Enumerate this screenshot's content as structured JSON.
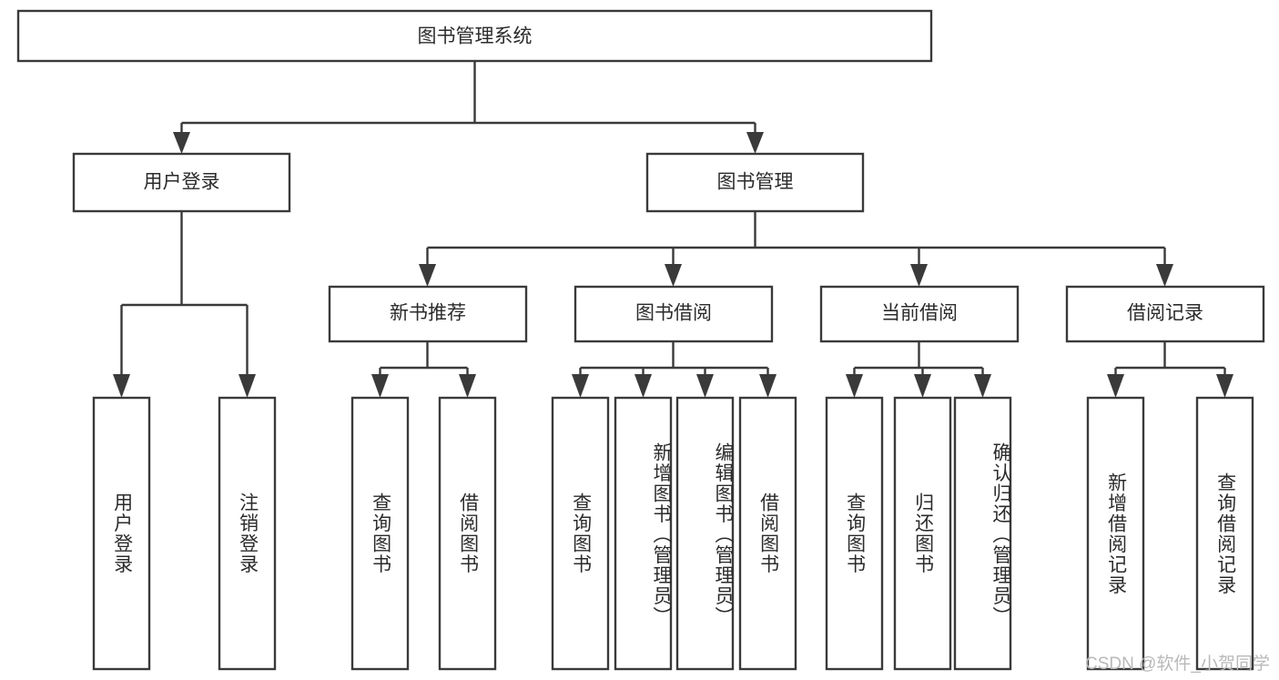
{
  "diagram": {
    "type": "tree-hierarchy",
    "title": "图书管理系统",
    "watermark": "CSDN @软件_小贺同学",
    "colors": {
      "box_stroke": "#3a3a3a",
      "box_fill": "#ffffff",
      "text": "#2b2b2b",
      "background": "#ffffff",
      "watermark": "#b9b9b9"
    },
    "root": {
      "id": "root",
      "label": "图书管理系统",
      "orientation": "horizontal"
    },
    "level2": [
      {
        "id": "user-login",
        "label": "用户登录",
        "orientation": "horizontal",
        "children": [
          {
            "id": "user-login-do",
            "label": "用户登录",
            "orientation": "vertical"
          },
          {
            "id": "user-logout",
            "label": "注销登录",
            "orientation": "vertical"
          }
        ]
      },
      {
        "id": "book-manage",
        "label": "图书管理",
        "orientation": "horizontal",
        "children": [
          {
            "id": "new-book-recommend",
            "label": "新书推荐",
            "orientation": "horizontal",
            "children": [
              {
                "id": "query-book-1",
                "label": "查询图书",
                "orientation": "vertical"
              },
              {
                "id": "borrow-book-1",
                "label": "借阅图书",
                "orientation": "vertical"
              }
            ]
          },
          {
            "id": "book-borrow",
            "label": "图书借阅",
            "orientation": "horizontal",
            "children": [
              {
                "id": "query-book-2",
                "label": "查询图书",
                "orientation": "vertical"
              },
              {
                "id": "add-book-admin",
                "label": "新增图书（管理员）",
                "orientation": "vertical"
              },
              {
                "id": "edit-book-admin",
                "label": "编辑图书（管理员）",
                "orientation": "vertical"
              },
              {
                "id": "borrow-book-2",
                "label": "借阅图书",
                "orientation": "vertical"
              }
            ]
          },
          {
            "id": "current-borrow",
            "label": "当前借阅",
            "orientation": "horizontal",
            "children": [
              {
                "id": "query-book-3",
                "label": "查询图书",
                "orientation": "vertical"
              },
              {
                "id": "return-book",
                "label": "归还图书",
                "orientation": "vertical"
              },
              {
                "id": "confirm-return-admin",
                "label": "确认归还（管理员）",
                "orientation": "vertical"
              }
            ]
          },
          {
            "id": "borrow-record",
            "label": "借阅记录",
            "orientation": "horizontal",
            "children": [
              {
                "id": "add-borrow-record",
                "label": "新增借阅记录",
                "orientation": "vertical"
              },
              {
                "id": "query-borrow-record",
                "label": "查询借阅记录",
                "orientation": "vertical"
              }
            ]
          }
        ]
      }
    ]
  }
}
